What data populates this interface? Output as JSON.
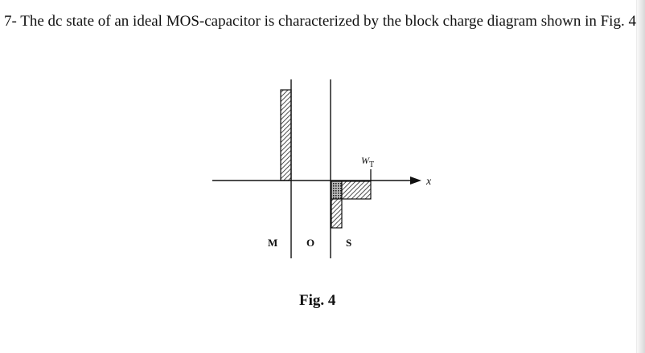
{
  "question": {
    "text": "7- The dc state of an ideal MOS-capacitor is characterized by the block charge diagram shown in Fig. 4"
  },
  "figure": {
    "region_labels": {
      "metal": "M",
      "oxide": "O",
      "semiconductor": "S"
    },
    "depletion_width_label": "W",
    "depletion_width_subscript": "T",
    "axis_label": "x",
    "caption": "Fig. 4"
  }
}
